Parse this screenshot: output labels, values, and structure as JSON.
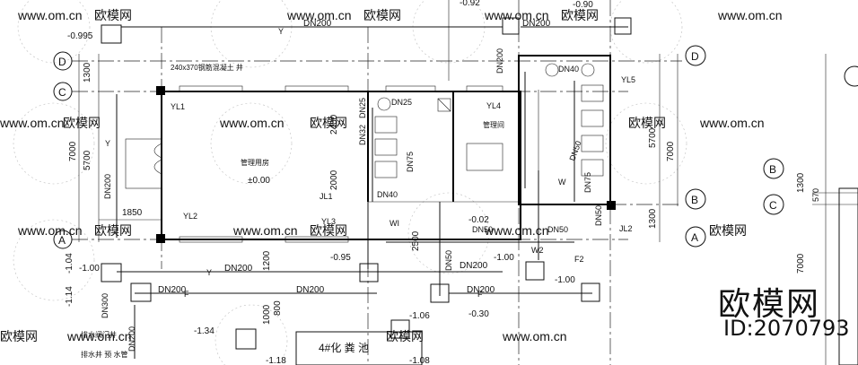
{
  "grid_axes": {
    "D": "D",
    "C": "C",
    "A": "A",
    "B": "B",
    "C2": "C",
    "D2": "D",
    "A2": "A",
    "E": "B"
  },
  "levels": {
    "l1": "-0.995",
    "l2": "-0.92",
    "l3": "-0.90",
    "l4": "±0.00",
    "l5": "-0.02",
    "l6": "-1.04",
    "l7": "-1.00",
    "l8": "-1.14",
    "l9": "-0.95",
    "l10": "-1.06",
    "l11": "-1.00",
    "l12": "-1.00",
    "l13": "-0.30",
    "l14": "-1.34",
    "l15": "-1.18",
    "l16": "-1.08"
  },
  "dims": {
    "d1300a": "1300",
    "d7000a": "7000",
    "d5700a": "5700",
    "d1850": "1850",
    "d2400": "2400",
    "d2000": "2000",
    "d2500": "2500",
    "d1200": "1200",
    "d1000": "1000",
    "d800": "800",
    "d5700b": "5700",
    "d7000b": "7000",
    "d1300b": "1300",
    "d1300c": "1300",
    "d7000c": "7000",
    "d570": "570"
  },
  "pipes": {
    "dn200_top1": "DN200",
    "dn200_top2": "DN200",
    "dn200_top3": "DN200",
    "dn200_v1": "DN200",
    "dn200_left": "DN200",
    "dn40a": "DN40",
    "dn25": "DN25",
    "dn32": "DN32",
    "dn25b": "DN25",
    "dn40b": "DN40",
    "dn75": "DN75",
    "dn50a": "DN50",
    "dn50b": "DN50",
    "dn50c": "DN50",
    "dn50d": "DN50",
    "dn75b": "DN75",
    "dn200_b1": "DN200",
    "dn200_b2": "DN200",
    "dn200_b3": "DN200",
    "dn300": "DN300",
    "dn200_b4": "DN200",
    "dn50e": "DN50"
  },
  "tags": {
    "yl1": "YL1",
    "yl2": "YL2",
    "yl3": "YL3",
    "yl4": "YL4",
    "yl5": "YL5",
    "jl1": "JL1",
    "jl2": "JL2",
    "w1": "WI",
    "w2": "W2",
    "w": "W",
    "f2": "F2",
    "f1": "F",
    "f3": "F",
    "y1": "Y",
    "y2": "Y",
    "y3": "Y"
  },
  "rooms": {
    "hall": "管理用房",
    "office": "管理间",
    "tank": "4#化 粪 池",
    "louver": "240x370钢筋混凝土 井",
    "legend1": "排水阀门井",
    "legend2": "排水井  预  水管"
  },
  "watermark": {
    "site": "www.om.cn",
    "brand": "欧模网",
    "brand_big": "欧模网",
    "id": "ID:2070793"
  }
}
